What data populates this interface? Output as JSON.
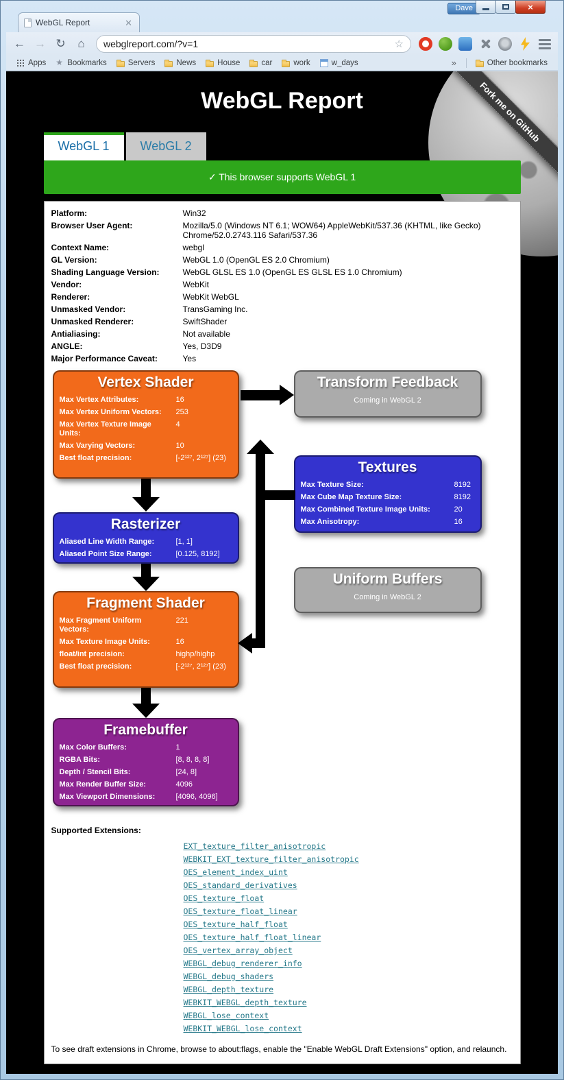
{
  "colors": {
    "banner_green": "#2EA61B",
    "shader_orange": "#F26A1B",
    "texture_blue": "#3433CE",
    "framebuffer_purple": "#8D2491",
    "coming_soon_gray": "#ABABAB",
    "extension_link_teal": "#26798A"
  },
  "browser": {
    "user_button": "Dave",
    "tab": {
      "title": "WebGL Report"
    },
    "address": {
      "url": "webglreport.com/?v=1"
    },
    "bookmarks_bar": {
      "items": [
        {
          "label": "Apps",
          "icon": "apps-grid"
        },
        {
          "label": "Bookmarks",
          "icon": "star"
        },
        {
          "label": "Servers",
          "icon": "folder"
        },
        {
          "label": "News",
          "icon": "folder"
        },
        {
          "label": "House",
          "icon": "folder"
        },
        {
          "label": "car",
          "icon": "folder"
        },
        {
          "label": "work",
          "icon": "folder"
        },
        {
          "label": "w_days",
          "icon": "calendar"
        }
      ],
      "overflow": "»",
      "other_bookmarks": "Other bookmarks"
    }
  },
  "page": {
    "title": "WebGL Report",
    "ribbon": "Fork me on GitHub",
    "tabs": [
      {
        "label": "WebGL 1"
      },
      {
        "label": "WebGL 2"
      }
    ],
    "banner": "✓ This browser supports WebGL 1",
    "info": [
      {
        "label": "Platform:",
        "value": "Win32"
      },
      {
        "label": "Browser User Agent:",
        "value": "Mozilla/5.0 (Windows NT 6.1; WOW64) AppleWebKit/537.36 (KHTML, like Gecko) Chrome/52.0.2743.116 Safari/537.36"
      },
      {
        "label": "Context Name:",
        "value": "webgl"
      },
      {
        "label": "GL Version:",
        "value": "WebGL 1.0 (OpenGL ES 2.0 Chromium)"
      },
      {
        "label": "Shading Language Version:",
        "value": "WebGL GLSL ES 1.0 (OpenGL ES GLSL ES 1.0 Chromium)"
      },
      {
        "label": "Vendor:",
        "value": "WebKit"
      },
      {
        "label": "Renderer:",
        "value": "WebKit WebGL"
      },
      {
        "label": "Unmasked Vendor:",
        "value": "TransGaming Inc."
      },
      {
        "label": "Unmasked Renderer:",
        "value": "SwiftShader"
      },
      {
        "label": "Antialiasing:",
        "value": "Not available"
      },
      {
        "label": "ANGLE:",
        "value": "Yes, D3D9"
      },
      {
        "label": "Major Performance Caveat:",
        "value": "Yes"
      }
    ],
    "pipeline": {
      "vertex_shader": {
        "title": "Vertex Shader",
        "rows": [
          {
            "label": "Max Vertex Attributes:",
            "value": "16"
          },
          {
            "label": "Max Vertex Uniform Vectors:",
            "value": "253"
          },
          {
            "label": "Max Vertex Texture Image Units:",
            "value": "4"
          },
          {
            "label": "Max Varying Vectors:",
            "value": "10"
          },
          {
            "label": "Best float precision:",
            "value": "[-2¹²⁷, 2¹²⁷] (23)"
          }
        ]
      },
      "transform_feedback": {
        "title": "Transform Feedback",
        "subtitle": "Coming in WebGL 2"
      },
      "textures": {
        "title": "Textures",
        "rows": [
          {
            "label": "Max Texture Size:",
            "value": "8192"
          },
          {
            "label": "Max Cube Map Texture Size:",
            "value": "8192"
          },
          {
            "label": "Max Combined Texture Image Units:",
            "value": "20"
          },
          {
            "label": "Max Anisotropy:",
            "value": "16"
          }
        ]
      },
      "rasterizer": {
        "title": "Rasterizer",
        "rows": [
          {
            "label": "Aliased Line Width Range:",
            "value": "[1, 1]"
          },
          {
            "label": "Aliased Point Size Range:",
            "value": "[0.125, 8192]"
          }
        ]
      },
      "uniform_buffers": {
        "title": "Uniform Buffers",
        "subtitle": "Coming in WebGL 2"
      },
      "fragment_shader": {
        "title": "Fragment Shader",
        "rows": [
          {
            "label": "Max Fragment Uniform Vectors:",
            "value": "221"
          },
          {
            "label": "Max Texture Image Units:",
            "value": "16"
          },
          {
            "label": "float/int precision:",
            "value": "highp/highp"
          },
          {
            "label": "Best float precision:",
            "value": "[-2¹²⁷, 2¹²⁷] (23)"
          }
        ]
      },
      "framebuffer": {
        "title": "Framebuffer",
        "rows": [
          {
            "label": "Max Color Buffers:",
            "value": "1"
          },
          {
            "label": "RGBA Bits:",
            "value": "[8, 8, 8, 8]"
          },
          {
            "label": "Depth / Stencil Bits:",
            "value": "[24, 8]"
          },
          {
            "label": "Max Render Buffer Size:",
            "value": "4096"
          },
          {
            "label": "Max Viewport Dimensions:",
            "value": "[4096, 4096]"
          }
        ]
      }
    },
    "extensions": {
      "heading": "Supported Extensions:",
      "items": [
        "EXT_texture_filter_anisotropic",
        "WEBKIT_EXT_texture_filter_anisotropic",
        "OES_element_index_uint",
        "OES_standard_derivatives",
        "OES_texture_float",
        "OES_texture_float_linear",
        "OES_texture_half_float",
        "OES_texture_half_float_linear",
        "OES_vertex_array_object",
        "WEBGL_debug_renderer_info",
        "WEBGL_debug_shaders",
        "WEBGL_depth_texture",
        "WEBKIT_WEBGL_depth_texture",
        "WEBGL_lose_context",
        "WEBKIT_WEBGL_lose_context"
      ]
    },
    "footer_note": "To see draft extensions in Chrome, browse to about:flags, enable the \"Enable WebGL Draft Extensions\" option, and relaunch."
  }
}
